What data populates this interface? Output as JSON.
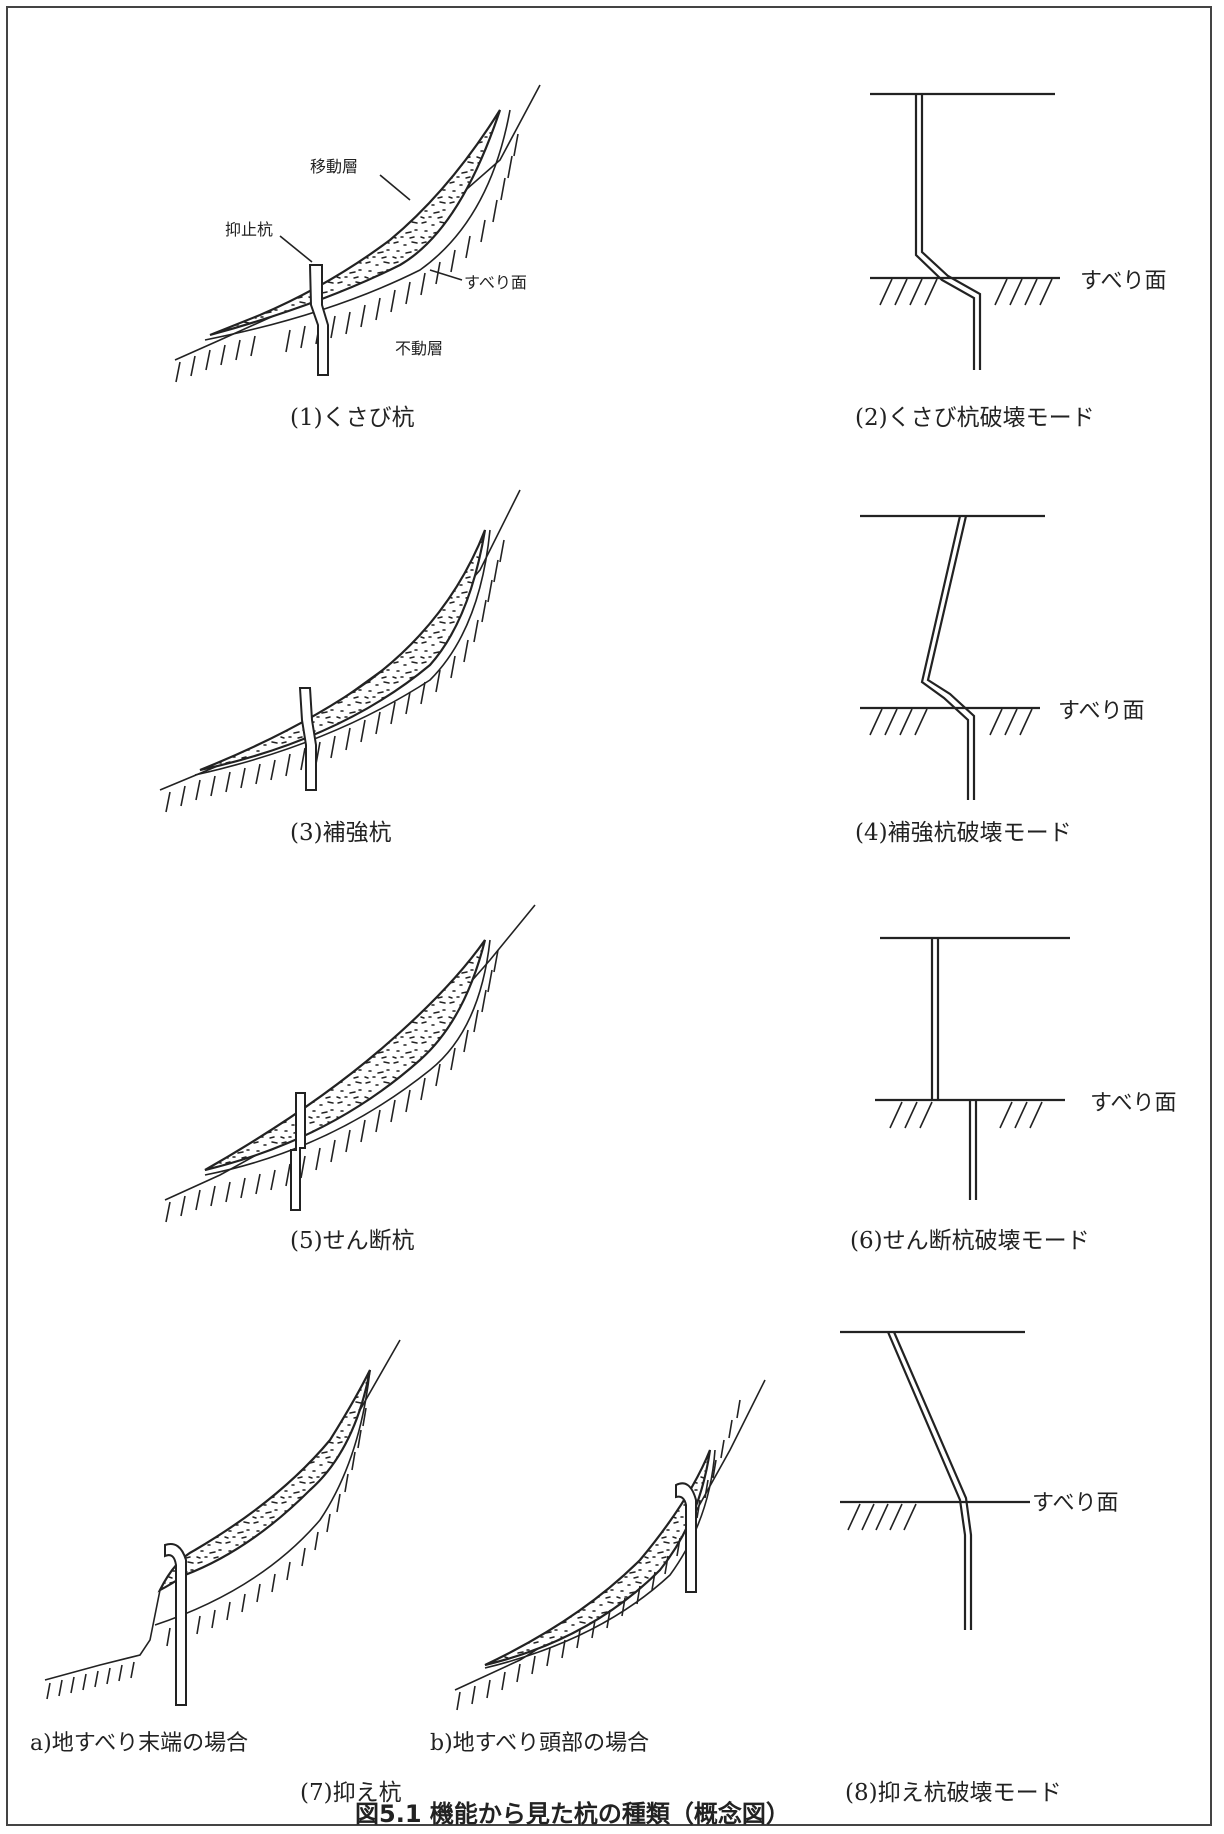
{
  "figure_caption": "図5.1 機能から見た杭の種類（概念図）",
  "annotations": {
    "moving_layer": "移動層",
    "restraint_pile": "抑止杭",
    "slip_surface": "すべり面",
    "stable_layer": "不動層"
  },
  "panels": {
    "p1": "(1)くさび杭",
    "p2": "(2)くさび杭破壊モード",
    "p3": "(3)補強杭",
    "p4": "(4)補強杭破壊モード",
    "p5": "(5)せん断杭",
    "p6": "(6)せん断杭破壊モード",
    "p7a": "a)地すべり末端の場合",
    "p7b": "b)地すべり頭部の場合",
    "p7": "(7)抑え杭",
    "p8": "(8)抑え杭破壊モード"
  },
  "mode_labels": {
    "m2": "すべり面",
    "m4": "すべり面",
    "m6": "すべり面",
    "m8": "すべり面"
  }
}
